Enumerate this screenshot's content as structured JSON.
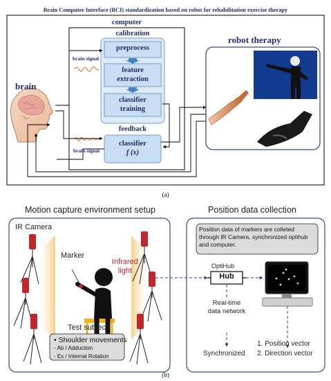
{
  "panel_a": {
    "title": "Brain Computer Interface (BCI) standardization based on robot for rehabilitation exercise therapy",
    "computer_label": "computer",
    "calibration_label": "calibration",
    "preprocess": "preprocess",
    "feature_line1": "feature",
    "feature_line2": "extraction",
    "classifier_line1": "classifier",
    "classifier_line2": "training",
    "feedback_label": "feedback",
    "classifier_f_line1": "classifier",
    "classifier_f_line2": "f (x)",
    "brain_label": "brain",
    "brain_signal_top": "brain signal",
    "brain_signal_bottom": "brain signal",
    "robot_label": "robot therapy",
    "caption": "(a)"
  },
  "panel_b": {
    "left_title": "Motion capture environment setup",
    "right_title": "Position data collection",
    "ir_camera": "IR Camera",
    "marker": "Marker",
    "infrared_line1": "Infrared",
    "infrared_line2": "light",
    "test_subject": "Test subject",
    "shoulder_title": "• Shoulder movements",
    "shoulder_item1": "- Ab / Adduction",
    "shoulder_item2": "- Ex / Internal Rotation",
    "info_text": "Position data of markers are colleted through IR Camera, synchronized optihub and computer.",
    "optihub_label": "OptiHub",
    "hub_label": "Hub",
    "realtime_line1": "Real-time",
    "realtime_line2": "data network",
    "synchronized": "Synchronized",
    "position_vector": "1. Position vector",
    "direction_vector": "2. Direction vector",
    "caption": "(b)"
  },
  "colors": {
    "title_navy": "#1f2d6e",
    "box_blue": "#c9ddf3",
    "box_border": "#6f9ed0",
    "panel_gray": "#dcdcdc",
    "camera_red": "#c0272d",
    "infrared_red": "#c0272d",
    "light_beam": "#fbe3b3",
    "screen_yellow": "#f5e53a"
  }
}
